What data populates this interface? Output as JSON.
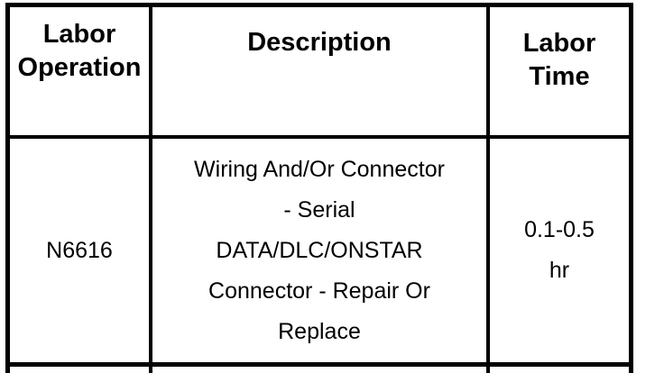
{
  "colors": {
    "background": "#ffffff",
    "border": "#000000",
    "text": "#000000"
  },
  "table": {
    "headers": [
      {
        "label": "Labor Operation",
        "lines": [
          "Labor",
          "Operation"
        ]
      },
      {
        "label": "Description",
        "lines": [
          "Description"
        ]
      },
      {
        "label": "Labor Time",
        "lines": [
          "Labor",
          "Time"
        ]
      }
    ],
    "rows": [
      {
        "labor_operation": "N6616",
        "description": {
          "text": "Wiring And/Or Connector - Serial DATA/DLC/ONSTAR Connector - Repair Or Replace",
          "lines": [
            "Wiring And/Or Connector",
            "- Serial",
            "DATA/DLC/ONSTAR",
            "Connector - Repair Or",
            "Replace"
          ]
        },
        "labor_time": {
          "text": "0.1-0.5 hr",
          "lines": [
            "0.1-0.5",
            "hr"
          ]
        }
      }
    ]
  }
}
